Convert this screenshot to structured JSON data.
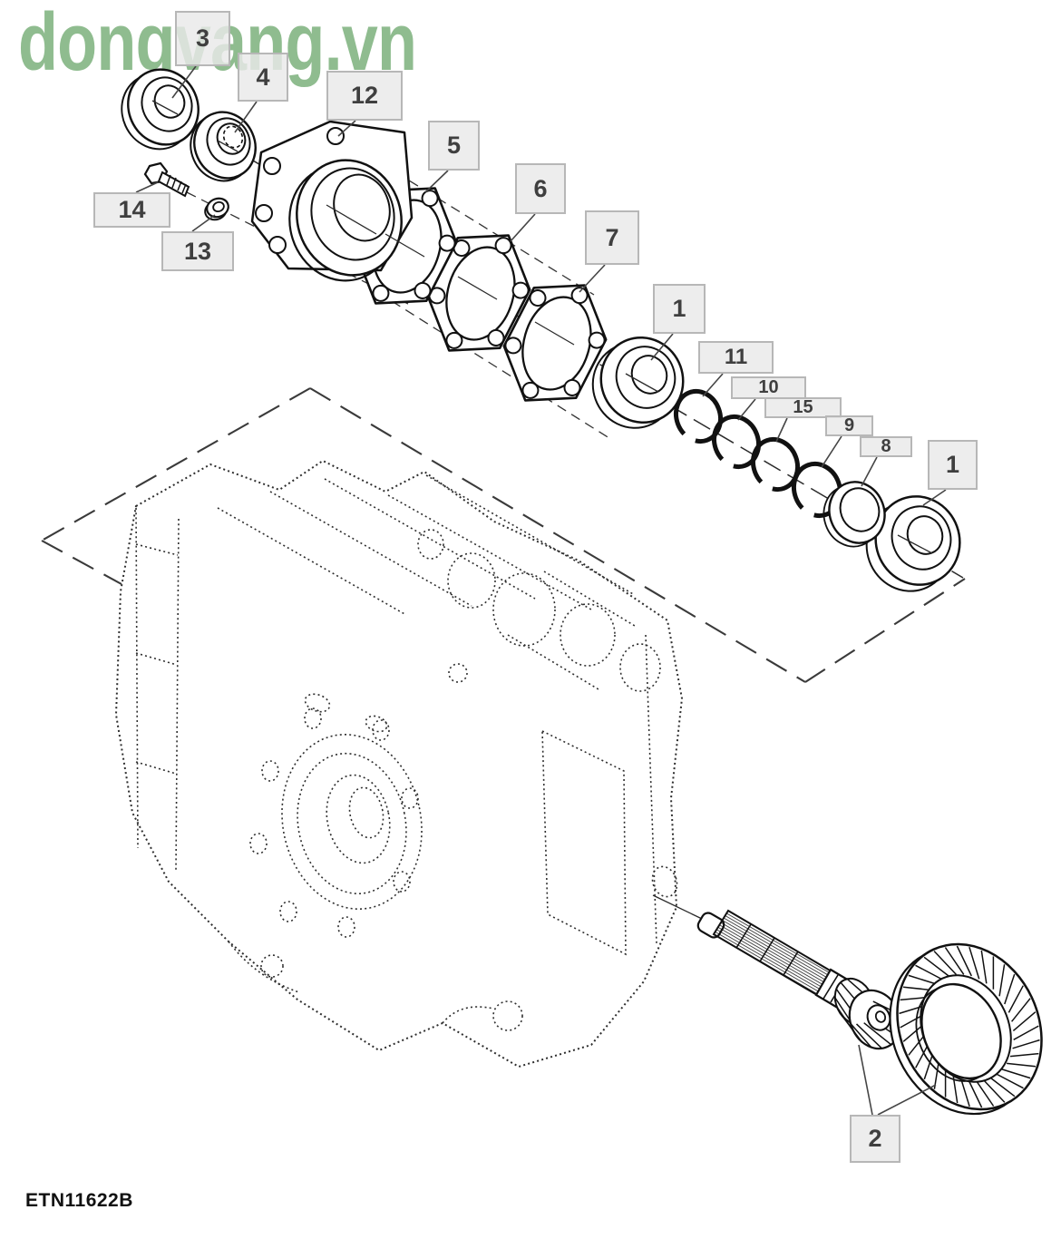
{
  "watermark": {
    "text": "dongvang.vn"
  },
  "footer": {
    "code": "ETN11622B"
  },
  "colors": {
    "watermark_green": "#8FBC8F",
    "label_box_fill": "#E9E9E9",
    "label_box_border": "#B7B7B7",
    "label_text": "#3F3F3F",
    "line_color": "#1A1A1A",
    "background": "#FFFFFF"
  },
  "labels": [
    {
      "n": "3"
    },
    {
      "n": "4"
    },
    {
      "n": "12"
    },
    {
      "n": "14"
    },
    {
      "n": "13"
    },
    {
      "n": "5"
    },
    {
      "n": "6"
    },
    {
      "n": "7"
    },
    {
      "n": "1"
    },
    {
      "n": "11"
    },
    {
      "n": "10"
    },
    {
      "n": "15"
    },
    {
      "n": "9"
    },
    {
      "n": "8"
    },
    {
      "n": "1"
    },
    {
      "n": "2"
    }
  ]
}
